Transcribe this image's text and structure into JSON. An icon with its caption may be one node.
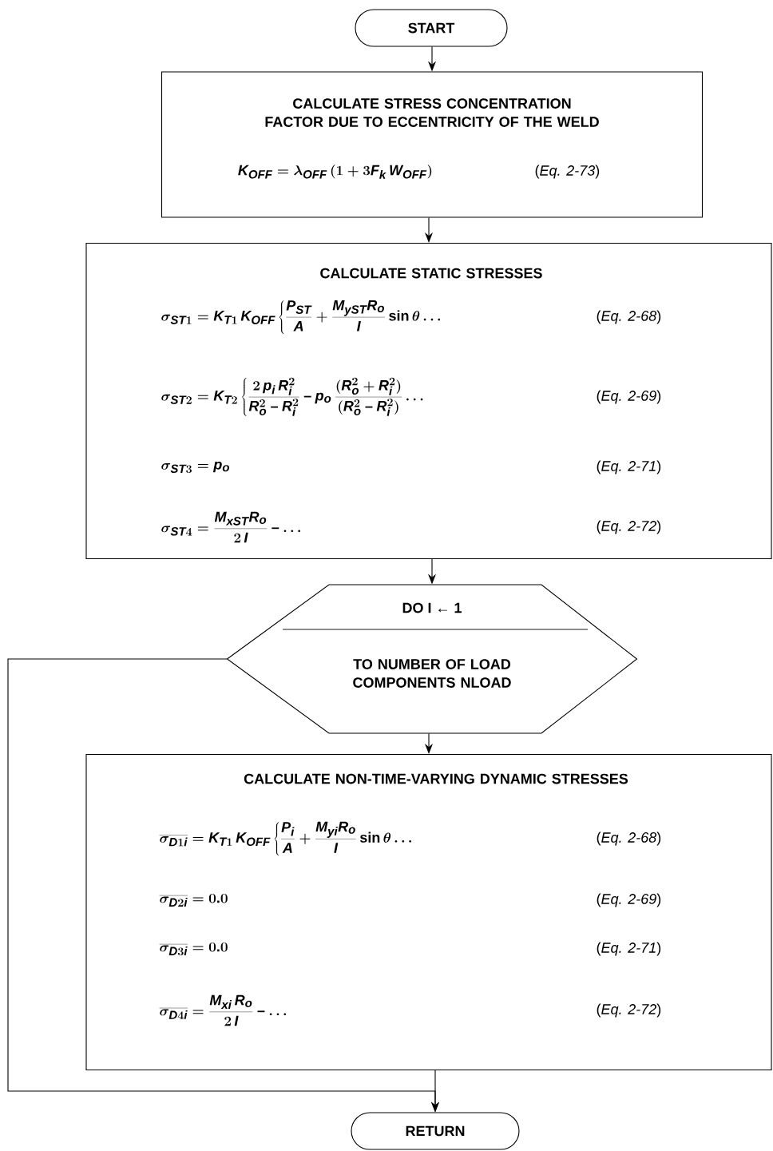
{
  "diagram": {
    "nodes": [
      {
        "text": [
          "START"
        ]
      },
      {
        "text": [
          "CALCULATE STRESS CONCENTRATION FACTOR DUE TO ECCENTRICITY OF THE WELD",
          "K_{OFF} = \\lambda_{OFF}\\,(1 + 3F_k\\,W_{OFF})",
          "(*Eq. 2-73*)"
        ]
      },
      {
        "text": [
          "CALCULATE STATIC STRESSES",
          "\\sigma_{ST1} = K_{T1}\\,K_{OFF}\\left\\{\\frac{P_{ST}}{A} + \\frac{M_{yST}R_o}{I}\\sin\\theta\\ldots\\right.",
          "(*Eq. 2-68*)",
          "\\sigma_{ST2} = K_{T2}\\left\\{\\frac{2\\,p_i\\,R_i^2}{R_o^2-R_i^2} - p_o\\,\\frac{(R_o^2+R_i^2)}{(R_o^2-R_i^2)}\\ldots\\right.",
          "(*Eq. 2-69*)",
          "\\sigma_{ST3} = p_o",
          "(*Eq. 2-71*)",
          "\\sigma_{ST4} = \\frac{M_{xST}R_o}{2\\,I} - \\ldots",
          "(*Eq. 2-72*)"
        ]
      },
      {
        "text": [
          "DO I ← 1",
          "TO NUMBER OF LOAD COMPONENTS NLOAD"
        ]
      },
      {
        "text": [
          "CALCULATE NON-TIME-VARYING DYNAMIC STRESSES",
          "\\overline{\\sigma_{D1i}} = K_{T1}\\,K_{OFF}\\left\\{\\frac{P_i}{A} + \\frac{M_{yi}R_o}{I}\\sin\\theta\\ldots\\right.",
          "(*Eq. 2-68*)",
          "\\overline{\\sigma_{D2i}} = 0.0",
          "(*Eq. 2-69*)",
          "\\overline{\\sigma_{D3i}} = 0.0",
          "(*Eq. 2-71*)",
          "\\overline{\\sigma_{D4i}} = \\frac{M_{xi}\\,R_o}{2\\,I} - \\ldots",
          "(*Eq. 2-72*)"
        ]
      },
      {
        "text": [
          "RETURN"
        ]
      }
    ],
    "edges": [
      {
        "from": 0,
        "to": 1,
        "arrow": "to"
      },
      {
        "from": 1,
        "to": 2,
        "arrow": "to"
      },
      {
        "from": 2,
        "to": 3,
        "arrow": "to"
      },
      {
        "from": 3,
        "to": 4,
        "arrow": "to"
      },
      {
        "from": 4,
        "to": 5,
        "arrow": "to"
      },
      {
        "from": 3,
        "to": 5,
        "arrow": "to"
      }
    ]
  }
}
